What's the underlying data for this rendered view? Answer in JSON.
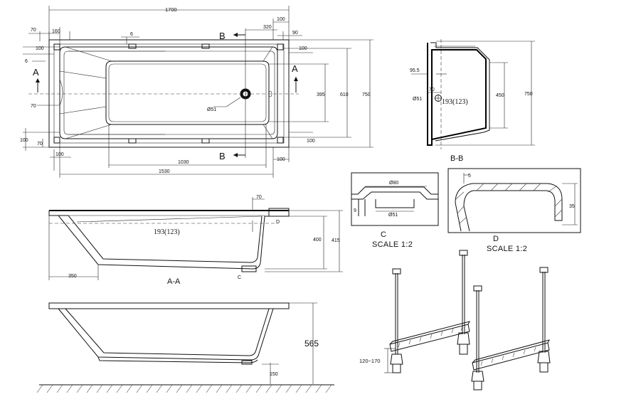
{
  "plan": {
    "overall_length": "1700",
    "w70": "70",
    "w160": "160",
    "w6top": "6",
    "w100_tr": "100",
    "w320": "320",
    "w90": "90",
    "l100_a": "100",
    "l6": "6",
    "l70": "70",
    "l100_b": "100",
    "l70_b": "70",
    "l100_c": "100",
    "r100_a": "100",
    "r100_b": "100",
    "r100_c": "100",
    "h395": "395",
    "h610": "610",
    "h750": "750",
    "d1030": "1030",
    "d1530": "1530",
    "drain": "Ø51",
    "sec_A": "A",
    "sec_B": "B"
  },
  "section_bb": {
    "d955": "95.5",
    "d70": "70",
    "d51": "Ø51",
    "note": "193(123)",
    "h450": "450",
    "h750": "750",
    "title": "B-B"
  },
  "detail_c": {
    "d80": "Ø80",
    "d9": "9",
    "d51": "Ø51",
    "letter": "C",
    "scale": "SCALE 1:2"
  },
  "detail_d": {
    "d5": "5",
    "d35": "35",
    "letter": "D",
    "scale": "SCALE 1:2"
  },
  "section_aa": {
    "d70": "70",
    "note": "193(123)",
    "lblD": "D",
    "lblC": "C",
    "h400": "400",
    "h415": "415",
    "d350": "350",
    "title": "A-A"
  },
  "elevation": {
    "h565": "565",
    "h150": "150"
  },
  "legs": {
    "range": "120~170"
  }
}
